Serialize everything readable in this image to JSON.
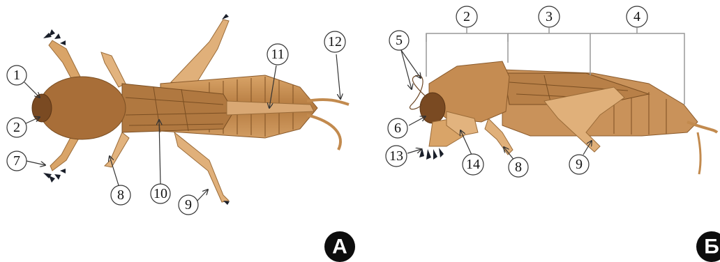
{
  "panels": {
    "A": {
      "letter": "А",
      "labels": [
        "1",
        "2",
        "7",
        "8",
        "10",
        "9",
        "11",
        "12"
      ]
    },
    "B": {
      "letter": "Б",
      "labels": [
        "2",
        "3",
        "4",
        "5",
        "6",
        "13",
        "14",
        "8",
        "9"
      ]
    }
  },
  "colors": {
    "body": "#c28a4e",
    "body_dark": "#8a5a2b",
    "body_light": "#e0b07a",
    "claw": "#1a1f2a",
    "label_stroke": "#333333"
  }
}
